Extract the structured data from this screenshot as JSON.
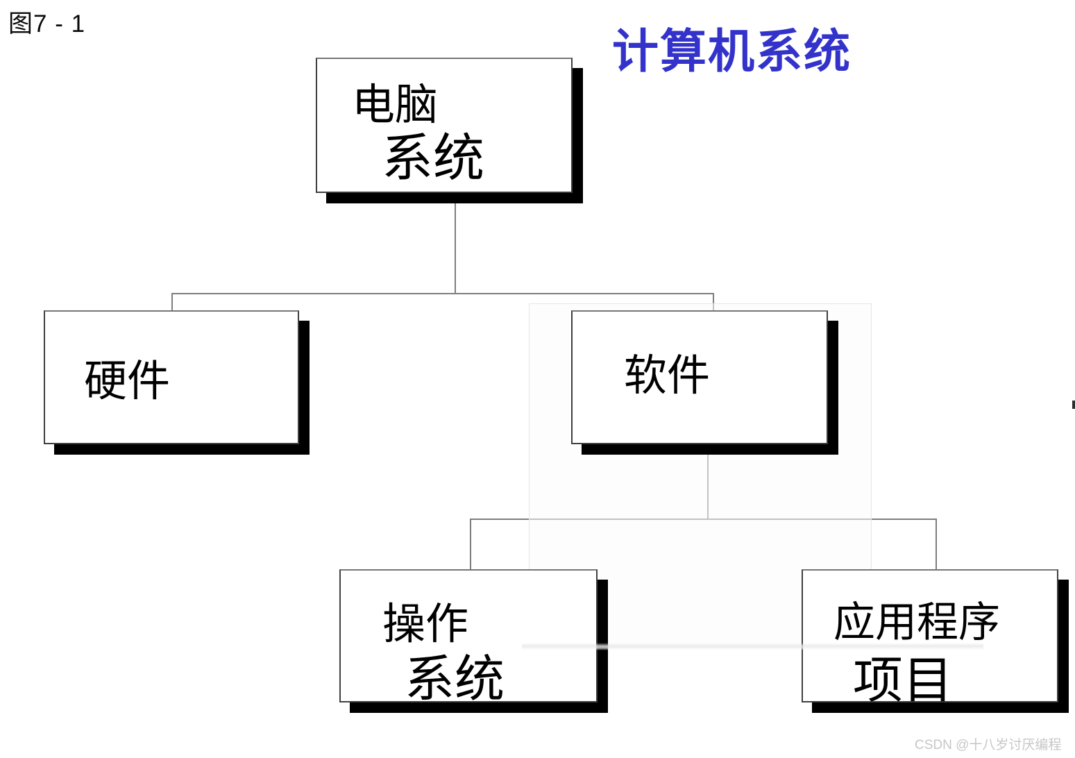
{
  "figure_label": "图7 - 1",
  "title": {
    "text": "计算机系统",
    "color": "#3333cc"
  },
  "nodes": {
    "root": {
      "line1": "电脑",
      "line2": "系统"
    },
    "hardware": {
      "line1": "硬件"
    },
    "software": {
      "line1": "软件"
    },
    "os": {
      "line1": "操作",
      "line2": "系统"
    },
    "app": {
      "line1": "应用程序",
      "line2": "项目"
    }
  },
  "watermark": {
    "text": "CSDN @十八岁讨厌编程",
    "color": "#c6c6c6"
  },
  "colors": {
    "title_blue": "#3333cc",
    "box_border": "#3f3f3f",
    "box_shadow": "#000000",
    "connector_gray": "#7d7d7d",
    "faint_panel_border": "#e6e6e6",
    "background": "#ffffff"
  }
}
